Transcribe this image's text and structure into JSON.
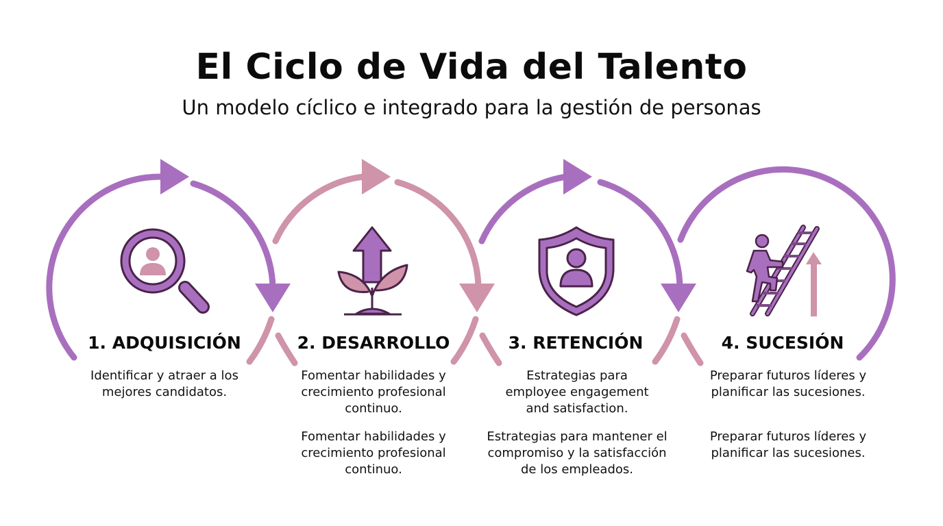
{
  "header": {
    "title": "El Ciclo de Vida del Talento",
    "subtitle": "Un modelo cíclico e integrado para la gestión de personas"
  },
  "colors": {
    "purple": "#a96fbf",
    "pink": "#cf93aa",
    "icon_fill": "#a96fbf",
    "icon_fill_light": "#cf93aa",
    "icon_stroke": "#4a2349",
    "text": "#111111"
  },
  "stages": [
    {
      "number": "1",
      "title": "1. ADQUISICIÓN",
      "icon": "magnifier-person-icon",
      "color": "purple",
      "descriptions": [
        "Identificar y atraer a los mejores candidatos."
      ]
    },
    {
      "number": "2",
      "title": "2. DESARROLLO",
      "icon": "plant-growth-arrow-icon",
      "color": "pink",
      "descriptions": [
        "Fomentar habilidades y crecimiento profesional continuo.",
        "Fomentar habilidades y crecimiento profesional continuo."
      ]
    },
    {
      "number": "3",
      "title": "3. RETENCIÓN",
      "icon": "shield-person-icon",
      "color": "purple",
      "descriptions": [
        "Estrategias para employee engagement and satisfaction.",
        "Estrategias para mantener el compromiso y la satisfacción de los empleados."
      ]
    },
    {
      "number": "4",
      "title": "4. SUCESIÓN",
      "icon": "person-climbing-ladder-icon",
      "color": "purple",
      "descriptions": [
        "Preparar futuros líderes y planificar las sucesiones.",
        "Preparar futuros líderes y planificar las sucesiones."
      ]
    }
  ]
}
